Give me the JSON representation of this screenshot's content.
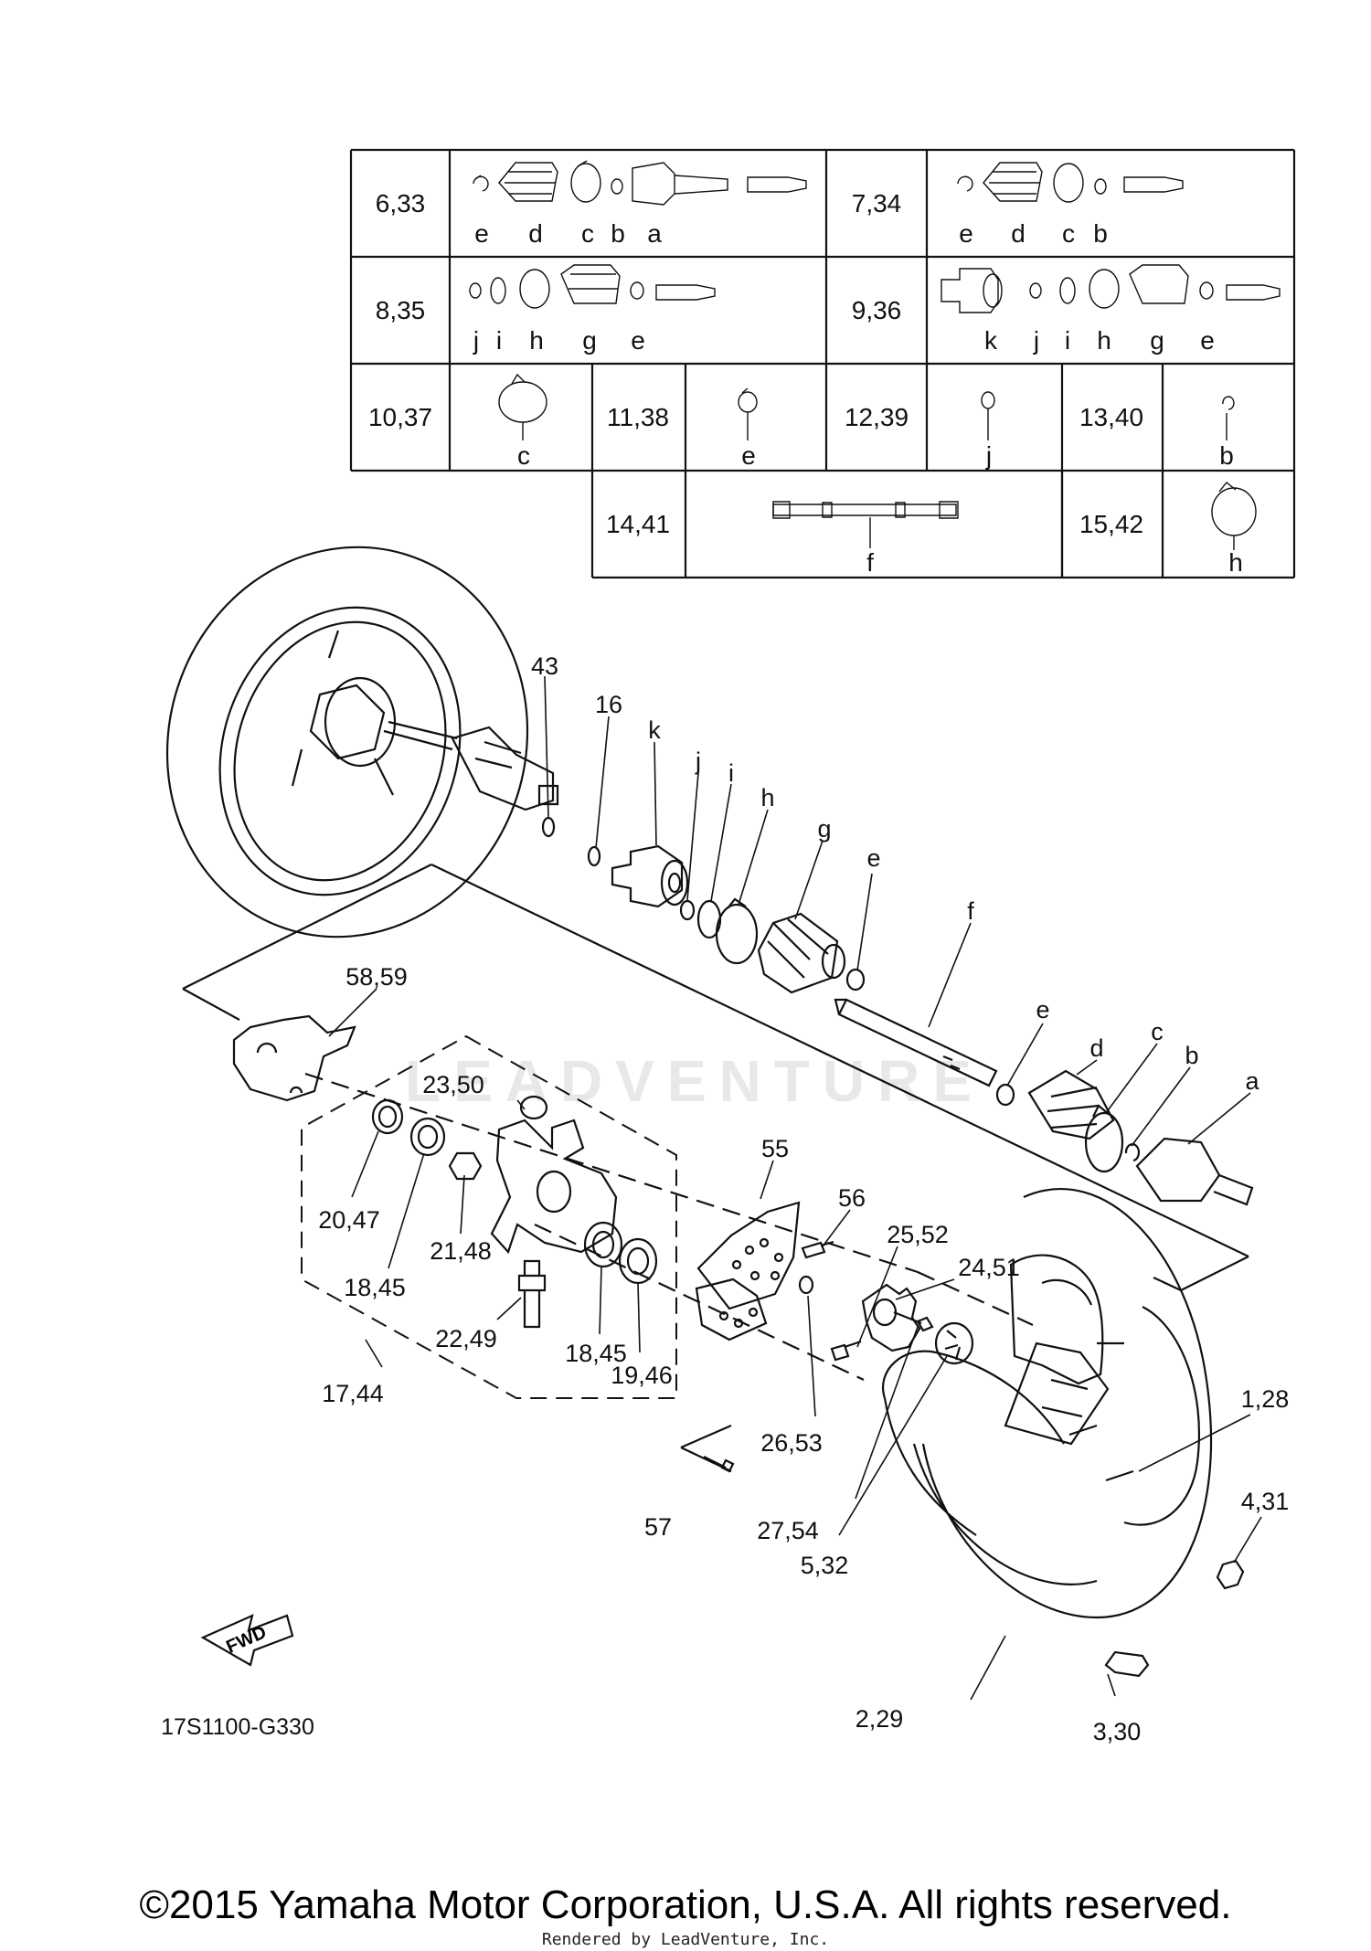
{
  "legend_table": {
    "rows": [
      {
        "label": "6,33",
        "letters": [
          "e",
          "d",
          "c",
          "b",
          "a"
        ]
      },
      {
        "label": "7,34",
        "letters": [
          "e",
          "d",
          "c",
          "b"
        ]
      },
      {
        "label": "8,35",
        "letters": [
          "j",
          "i",
          "h",
          "g",
          "e"
        ]
      },
      {
        "label": "9,36",
        "letters": [
          "k",
          "j",
          "i",
          "h",
          "g",
          "e"
        ]
      },
      {
        "label": "10,37",
        "letters": [
          "c"
        ]
      },
      {
        "label": "11,38",
        "letters": [
          "e"
        ]
      },
      {
        "label": "12,39",
        "letters": [
          "j"
        ]
      },
      {
        "label": "13,40",
        "letters": [
          "b"
        ]
      },
      {
        "label": "14,41",
        "letters": [
          "f"
        ]
      },
      {
        "label": "15,42",
        "letters": [
          "h"
        ]
      }
    ]
  },
  "callouts": {
    "c43": "43",
    "c16": "16",
    "ck": "k",
    "cj": "j",
    "ci": "i",
    "ch": "h",
    "cg": "g",
    "ce1": "e",
    "cf": "f",
    "ce2": "e",
    "cd": "d",
    "cc": "c",
    "cb": "b",
    "ca": "a",
    "c58_59": "58,59",
    "c23_50": "23,50",
    "c20_47": "20,47",
    "c18_45a": "18,45",
    "c21_48": "21,48",
    "c22_49": "22,49",
    "c18_45b": "18,45",
    "c19_46": "19,46",
    "c17_44": "17,44",
    "c55": "55",
    "c56": "56",
    "c25_52": "25,52",
    "c24_51": "24,51",
    "c26_53": "26,53",
    "c57": "57",
    "c27_54": "27,54",
    "c5_32": "5,32",
    "c1_28": "1,28",
    "c4_31": "4,31",
    "c2_29": "2,29",
    "c3_30": "3,30"
  },
  "fwd_label": "FWD",
  "drawing_code": "17S1100-G330",
  "watermark": "LEADVENTURE",
  "copyright": "©2015 Yamaha Motor Corporation, U.S.A. All rights reserved.",
  "rendered_by": "Rendered by LeadVenture, Inc."
}
